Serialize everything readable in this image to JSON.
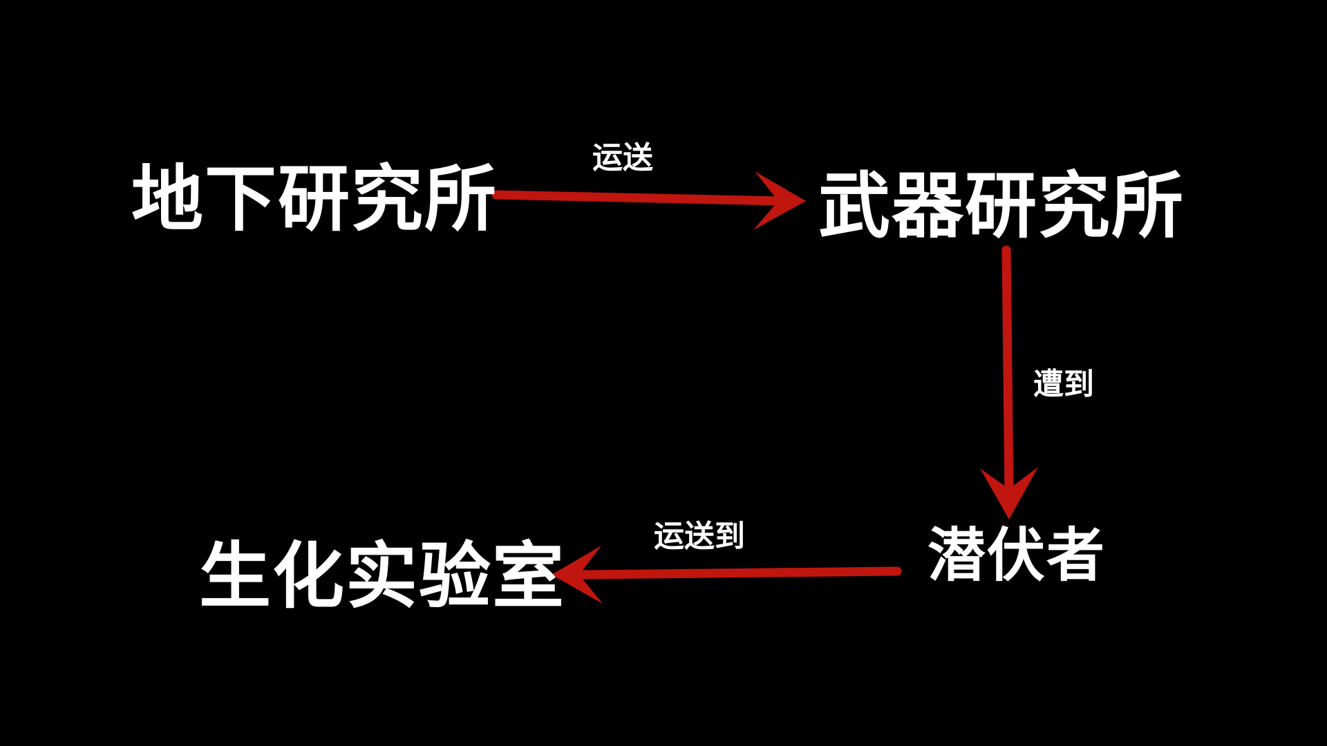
{
  "diagram": {
    "background_color": "#000000",
    "text_color": "#ffffff",
    "arrow_color": "#c0160f",
    "nodes": {
      "underground_lab": "地下研究所",
      "weapons_lab": "武器研究所",
      "lurker": "潜伏者",
      "biochem_lab": "生化实验室"
    },
    "edges": {
      "transport": "运送",
      "encounter": "遭到",
      "transport_to": "运送到"
    }
  }
}
